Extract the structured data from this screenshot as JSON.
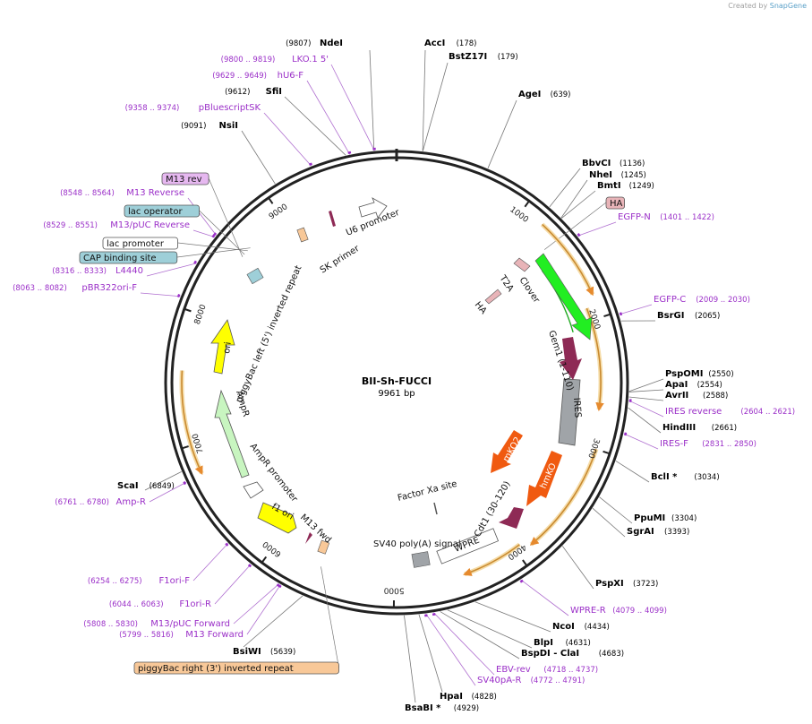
{
  "credit": {
    "prefix": "Created by",
    "brand": "SnapGene"
  },
  "plasmid": {
    "name": "BII-Sh-FUCCI",
    "size_label": "9961 bp",
    "length": 9961
  },
  "colors": {
    "enzyme": "#000000",
    "primer": "#9b30c8",
    "ring": "#222222",
    "orf_yellow": "#ffff00",
    "orf_green": "#22ee22",
    "orf_maroon": "#8e2a55",
    "orf_orange": "#f05a10",
    "orf_lightgreen": "#c8f5c0",
    "gray_feature": "#a0a4a8",
    "arc_orange": "#e89a3a"
  },
  "ticks": [
    {
      "pos": 1000,
      "label": "1000"
    },
    {
      "pos": 2000,
      "label": "2000"
    },
    {
      "pos": 3000,
      "label": "3000"
    },
    {
      "pos": 4000,
      "label": "4000"
    },
    {
      "pos": 5000,
      "label": "5000"
    },
    {
      "pos": 6000,
      "label": "6000"
    },
    {
      "pos": 7000,
      "label": "7000"
    },
    {
      "pos": 8000,
      "label": "8000"
    },
    {
      "pos": 9000,
      "label": "9000"
    }
  ],
  "sites": [
    {
      "id": "ndei",
      "name": "NdeI",
      "pos": 9807,
      "coord": "(9807)",
      "kind": "enzyme"
    },
    {
      "id": "acci",
      "name": "AccI",
      "pos": 178,
      "coord": "(178)",
      "kind": "enzyme"
    },
    {
      "id": "bstz17i",
      "name": "BstZ17I",
      "pos": 179,
      "coord": "(179)",
      "kind": "enzyme"
    },
    {
      "id": "lko1",
      "name": "LKO.1 5'",
      "pos": 9810,
      "coord": "(9800 .. 9819)",
      "kind": "primer"
    },
    {
      "id": "hu6f",
      "name": "hU6-F",
      "pos": 9640,
      "coord": "(9629 .. 9649)",
      "kind": "primer"
    },
    {
      "id": "sfii",
      "name": "SfiI",
      "pos": 9612,
      "coord": "(9612)",
      "kind": "enzyme"
    },
    {
      "id": "agei",
      "name": "AgeI",
      "pos": 639,
      "coord": "(639)",
      "kind": "enzyme"
    },
    {
      "id": "pbluescriptsk",
      "name": "pBluescriptSK",
      "pos": 9366,
      "coord": "(9358 .. 9374)",
      "kind": "primer"
    },
    {
      "id": "nsii",
      "name": "NsiI",
      "pos": 9091,
      "coord": "(9091)",
      "kind": "enzyme"
    },
    {
      "id": "bbvci",
      "name": "BbvCI",
      "pos": 1136,
      "coord": "(1136)",
      "kind": "enzyme"
    },
    {
      "id": "nhei",
      "name": "NheI",
      "pos": 1245,
      "coord": "(1245)",
      "kind": "enzyme"
    },
    {
      "id": "bmti",
      "name": "BmtI",
      "pos": 1249,
      "coord": "(1249)",
      "kind": "enzyme"
    },
    {
      "id": "m13rev",
      "name": "M13 Reverse",
      "pos": 8556,
      "coord": "(8548 .. 8564)",
      "kind": "primer"
    },
    {
      "id": "egfpn",
      "name": "EGFP-N",
      "pos": 1411,
      "coord": "(1401 .. 1422)",
      "kind": "primer"
    },
    {
      "id": "m13pucrev",
      "name": "M13/pUC Reverse",
      "pos": 8540,
      "coord": "(8529 .. 8551)",
      "kind": "primer"
    },
    {
      "id": "l4440",
      "name": "L4440",
      "pos": 8324,
      "coord": "(8316 .. 8333)",
      "kind": "primer"
    },
    {
      "id": "pbr322ori",
      "name": "pBR322ori-F",
      "pos": 8072,
      "coord": "(8063 .. 8082)",
      "kind": "primer"
    },
    {
      "id": "egfpc",
      "name": "EGFP-C",
      "pos": 2019,
      "coord": "(2009 .. 2030)",
      "kind": "primer"
    },
    {
      "id": "bsrgi",
      "name": "BsrGI",
      "pos": 2065,
      "coord": "(2065)",
      "kind": "enzyme"
    },
    {
      "id": "pspomi",
      "name": "PspOMI",
      "pos": 2550,
      "coord": "(2550)",
      "kind": "enzyme"
    },
    {
      "id": "apai",
      "name": "ApaI",
      "pos": 2554,
      "coord": "(2554)",
      "kind": "enzyme"
    },
    {
      "id": "avrii",
      "name": "AvrII",
      "pos": 2588,
      "coord": "(2588)",
      "kind": "enzyme"
    },
    {
      "id": "iresrev",
      "name": "IRES reverse",
      "pos": 2612,
      "coord": "(2604 .. 2621)",
      "kind": "primer"
    },
    {
      "id": "hindiii",
      "name": "HindIII",
      "pos": 2661,
      "coord": "(2661)",
      "kind": "enzyme"
    },
    {
      "id": "iresf",
      "name": "IRES-F",
      "pos": 2840,
      "coord": "(2831 .. 2850)",
      "kind": "primer"
    },
    {
      "id": "bcli",
      "name": "BclI *",
      "pos": 3034,
      "coord": "(3034)",
      "kind": "enzyme"
    },
    {
      "id": "ppumi",
      "name": "PpuMI",
      "pos": 3304,
      "coord": "(3304)",
      "kind": "enzyme"
    },
    {
      "id": "sgrai",
      "name": "SgrAI",
      "pos": 3393,
      "coord": "(3393)",
      "kind": "enzyme"
    },
    {
      "id": "pspxi",
      "name": "PspXI",
      "pos": 3723,
      "coord": "(3723)",
      "kind": "enzyme"
    },
    {
      "id": "wprer",
      "name": "WPRE-R",
      "pos": 4089,
      "coord": "(4079 .. 4099)",
      "kind": "primer"
    },
    {
      "id": "ncoi",
      "name": "NcoI",
      "pos": 4434,
      "coord": "(4434)",
      "kind": "enzyme"
    },
    {
      "id": "blpi",
      "name": "BlpI",
      "pos": 4631,
      "coord": "(4631)",
      "kind": "enzyme"
    },
    {
      "id": "bspdicla",
      "name": "BspDI - ClaI",
      "pos": 4683,
      "coord": "(4683)",
      "kind": "enzyme"
    },
    {
      "id": "ebvrev",
      "name": "EBV-rev",
      "pos": 4727,
      "coord": "(4718 .. 4737)",
      "kind": "primer"
    },
    {
      "id": "sv40par",
      "name": "SV40pA-R",
      "pos": 4781,
      "coord": "(4772 .. 4791)",
      "kind": "primer"
    },
    {
      "id": "hpai",
      "name": "HpaI",
      "pos": 4828,
      "coord": "(4828)",
      "kind": "enzyme"
    },
    {
      "id": "bsabi",
      "name": "BsaBI *",
      "pos": 4929,
      "coord": "(4929)",
      "kind": "enzyme"
    },
    {
      "id": "bsiwi",
      "name": "BsiWI",
      "pos": 5639,
      "coord": "(5639)",
      "kind": "enzyme"
    },
    {
      "id": "m13fwd",
      "name": "M13 Forward",
      "pos": 5807,
      "coord": "(5799 .. 5816)",
      "kind": "primer"
    },
    {
      "id": "m13pucfwd",
      "name": "M13/pUC Forward",
      "pos": 5819,
      "coord": "(5808 .. 5830)",
      "kind": "primer"
    },
    {
      "id": "f1orir",
      "name": "F1ori-R",
      "pos": 6053,
      "coord": "(6044 .. 6063)",
      "kind": "primer"
    },
    {
      "id": "f1orif",
      "name": "F1ori-F",
      "pos": 6264,
      "coord": "(6254 .. 6275)",
      "kind": "primer"
    },
    {
      "id": "ampr",
      "name": "Amp-R",
      "pos": 6770,
      "coord": "(6761 .. 6780)",
      "kind": "primer"
    },
    {
      "id": "scai",
      "name": "ScaI",
      "pos": 6849,
      "coord": "(6849)",
      "kind": "enzyme"
    }
  ],
  "boxed_features": [
    {
      "id": "m13revbox",
      "name": "M13 rev",
      "pos": 8555,
      "fill": "#e6b8f0"
    },
    {
      "id": "lacop",
      "name": "lac operator",
      "pos": 8580,
      "fill": "#9ecfd8"
    },
    {
      "id": "lacprom",
      "name": "lac promoter",
      "pos": 8620,
      "fill": "#ffffff"
    },
    {
      "id": "cap",
      "name": "CAP binding site",
      "pos": 8650,
      "fill": "#9ecfd8"
    },
    {
      "id": "ha",
      "name": "HA",
      "pos": 1330,
      "fill": "#e8b4b8"
    },
    {
      "id": "pbright",
      "name": "piggyBac right (3') inverted repeat",
      "pos": 5600,
      "fill": "#f8c898"
    }
  ],
  "inner_labels": [
    {
      "id": "u6prom",
      "text": "U6 promoter"
    },
    {
      "id": "skprimer",
      "text": "SK primer"
    },
    {
      "id": "pbleft",
      "text": "piggyBac left (5') inverted repeat"
    },
    {
      "id": "ori",
      "text": "ori"
    },
    {
      "id": "ampr",
      "text": "AmpR"
    },
    {
      "id": "amprprom",
      "text": "AmpR promoter"
    },
    {
      "id": "f1ori",
      "text": "f1 ori"
    },
    {
      "id": "m13fwd",
      "text": "M13 fwd"
    },
    {
      "id": "sv40",
      "text": "SV40 poly(A) signal"
    },
    {
      "id": "wpre",
      "text": "WPRE"
    },
    {
      "id": "cdt1",
      "text": "Cdt1 (30-120)"
    },
    {
      "id": "hmko",
      "text": "hmKO"
    },
    {
      "id": "mko2",
      "text": "mKO2"
    },
    {
      "id": "factorxa",
      "text": "Factor Xa site"
    },
    {
      "id": "ires",
      "text": "IRES"
    },
    {
      "id": "gem1",
      "text": "Gem1 (1-110)"
    },
    {
      "id": "clover",
      "text": "Clover"
    },
    {
      "id": "t2a",
      "text": "T2A"
    },
    {
      "id": "ha2",
      "text": "HA"
    }
  ]
}
